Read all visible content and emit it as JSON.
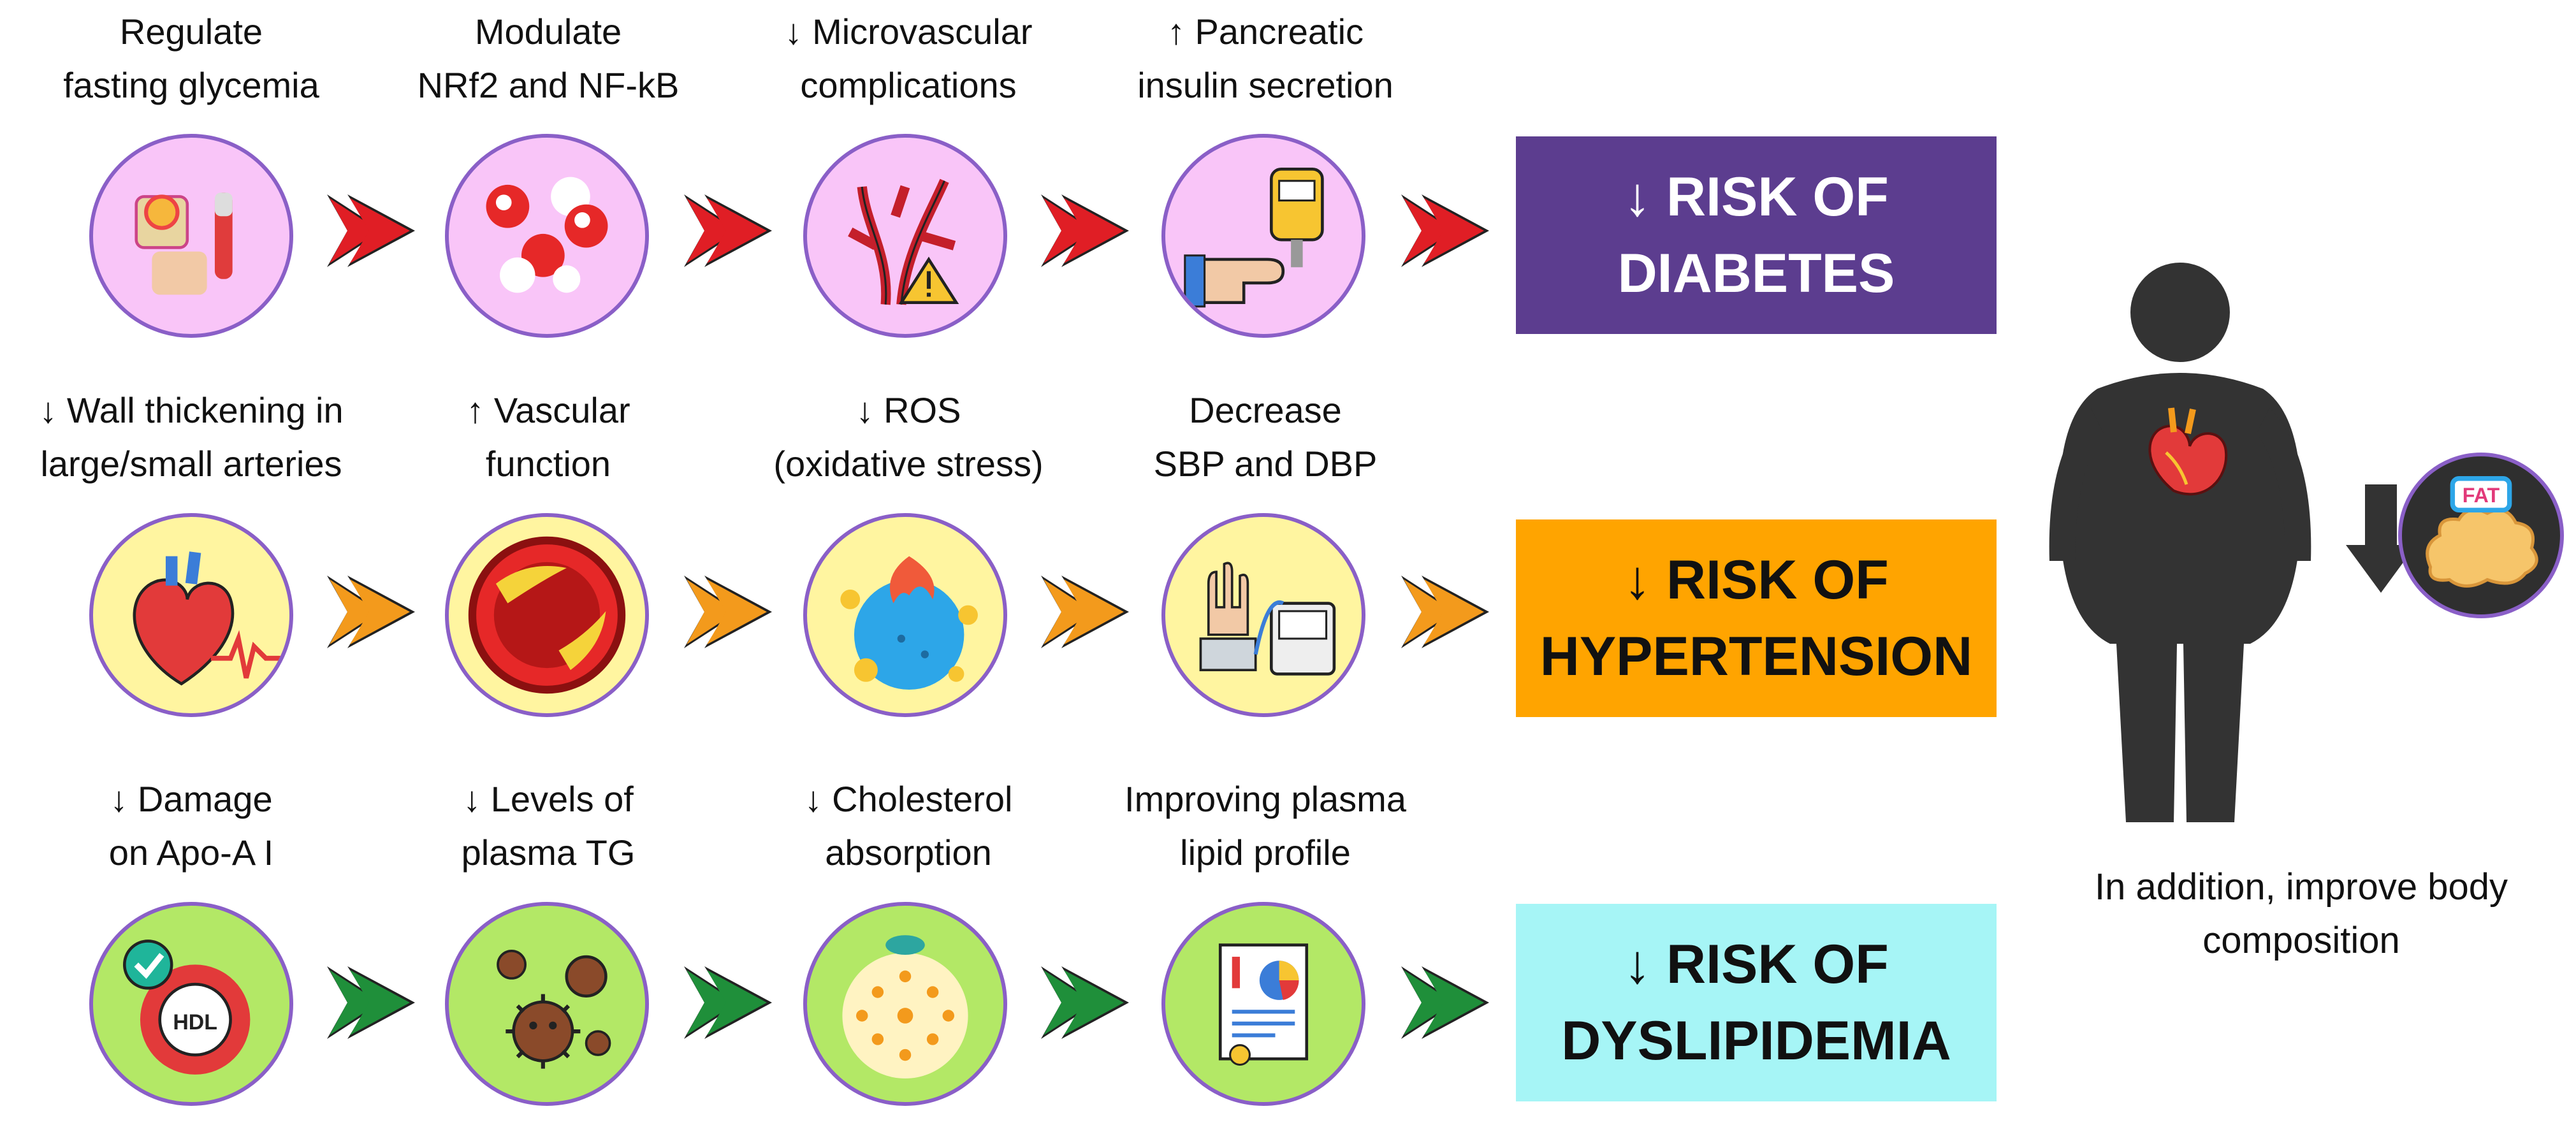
{
  "rows": [
    {
      "name": "diabetes",
      "circle_fill": "#f9c5f8",
      "arrow_color": "#e01e25",
      "steps": [
        {
          "line1": "Regulate",
          "line2": "fasting glycemia",
          "icon": "glucose-meter-icon"
        },
        {
          "line1": "Modulate",
          "line2": "NRf2 and NF-kB",
          "icon": "cells-icon"
        },
        {
          "line1": "↓ Microvascular",
          "line2": "complications",
          "icon": "blood-vessel-warning-icon"
        },
        {
          "line1": "↑ Pancreatic",
          "line2": "insulin secretion",
          "icon": "glucometer-hand-icon"
        }
      ],
      "outcome": {
        "line1": "↓ RISK OF",
        "line2": "DIABETES",
        "bg": "#5c3d8f",
        "fg": "#ffffff"
      }
    },
    {
      "name": "hypertension",
      "circle_fill": "#fff5a0",
      "arrow_color": "#f39a1c",
      "steps": [
        {
          "line1": "↓  Wall thickening in",
          "line2": "large/small arteries",
          "icon": "heart-pulse-icon"
        },
        {
          "line1": "↑ Vascular",
          "line2": "function",
          "icon": "artery-plaque-icon"
        },
        {
          "line1": "↓ ROS",
          "line2": "(oxidative stress)",
          "icon": "oxidative-cell-icon"
        },
        {
          "line1": "Decrease",
          "line2": "SBP and DBP",
          "icon": "blood-pressure-monitor-icon"
        }
      ],
      "outcome": {
        "line1": "↓ RISK OF",
        "line2": "HYPERTENSION",
        "bg": "#ffa400",
        "fg": "#111111"
      }
    },
    {
      "name": "dyslipidemia",
      "circle_fill": "#b3e866",
      "arrow_color": "#1f8f3a",
      "steps": [
        {
          "line1": "↓  Damage",
          "line2": "on Apo-A I",
          "icon": "hdl-drop-icon",
          "icon_text": "HDL"
        },
        {
          "line1": "↓ Levels of",
          "line2": "plasma TG",
          "icon": "virus-particles-icon"
        },
        {
          "line1": "↓ Cholesterol",
          "line2": "absorption",
          "icon": "micelle-icon"
        },
        {
          "line1": "Improving plasma",
          "line2": "lipid profile",
          "icon": "lipid-report-icon"
        }
      ],
      "outcome": {
        "line1": "↓ RISK OF",
        "line2": "DYSLIPIDEMIA",
        "bg": "#a6f5f6",
        "fg": "#111111"
      }
    }
  ],
  "body_composition": {
    "note_line1": "In addition, improve body",
    "note_line2": "composition",
    "figure_icon": "obese-person-with-heart-icon",
    "arrow_icon": "down-arrow-icon",
    "fat_icon": "fat-tissue-icon",
    "fat_label": "FAT",
    "figure_color": "#333333",
    "fat_circle_fill": "#2f2f2f"
  }
}
